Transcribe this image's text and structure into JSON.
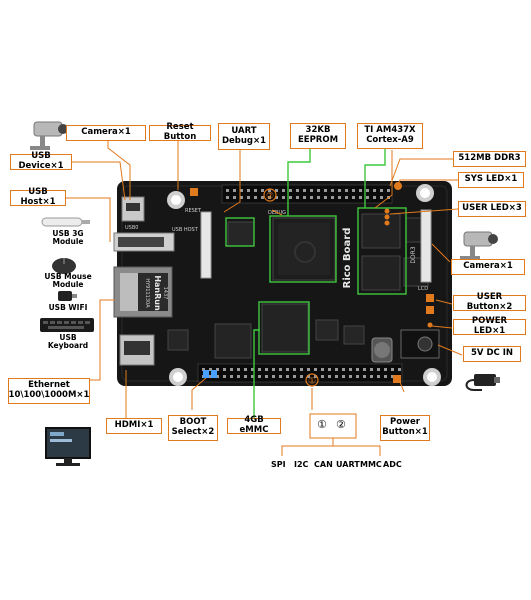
{
  "labels": {
    "camera_top": "Camera×1",
    "reset_button": "Reset Button",
    "uart_debug": "UART\nDebug×1",
    "eeprom": "32KB\nEEPROM",
    "cpu": "TI AM437X\nCortex-A9",
    "ddr3": "512MB DDR3",
    "sys_led": "SYS LED×1",
    "usb_device": "USB Device×1",
    "usb_host": "USB Host×1",
    "user_led": "USER LED×3",
    "camera_right": "Camera×1",
    "user_button": "USER Button×2",
    "power_led": "POWER LED×1",
    "dc_in": "5V DC IN",
    "ethernet": "Ethernet\n10\\100\\1000M×1",
    "hdmi": "HDMI×1",
    "boot_select": "BOOT\nSelect×2",
    "emmc": "4GB eMMC",
    "power_button": "Power\nButton×1"
  },
  "usb_host_devices": [
    "USB 3G\nModule",
    "USB Mouse\nModule",
    "USB WIFI",
    "USB\nKeyboard"
  ],
  "board": {
    "brand": "Rico Board",
    "jack_brand": "HanRun",
    "jack_part": "HY911130A",
    "jack_code": "1437",
    "silk_reset": "RESET",
    "silk_debug": "DEBUG",
    "silk_usb0": "USB0",
    "silk_ddr": "DDR3",
    "silk_usb_host": "USB HOST",
    "silk_lcd": "LCD",
    "connector_numbers": [
      "②",
      "①"
    ]
  },
  "expansion": {
    "circles": [
      "①",
      "②"
    ],
    "buses": [
      "SPI",
      "I2C",
      "CAN",
      "UART",
      "MMC",
      "ADC"
    ]
  },
  "colors": {
    "board": "#161616",
    "label_border": "#e07a1c",
    "green_marker": "#3ec83e",
    "leader_line": "#e07a1c",
    "hole_ring": "#c8c8c8"
  },
  "icons": [
    "security-camera-icon",
    "usb-dongle-icon",
    "mouse-icon",
    "usb-wifi-icon",
    "keyboard-icon",
    "monitor-icon",
    "power-adapter-icon"
  ]
}
